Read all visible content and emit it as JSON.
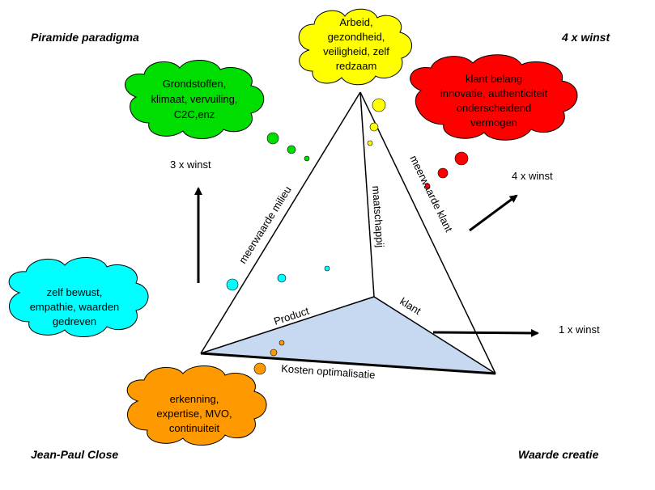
{
  "corners": {
    "top_left": "Piramide paradigma",
    "top_right": "4 x winst",
    "bottom_left": "Jean-Paul Close",
    "bottom_right": "Waarde creatie"
  },
  "clouds": {
    "yellow": {
      "color": "#ffff00",
      "lines": [
        "Arbeid,",
        "gezondheid,",
        "veiligheid, zelf",
        "redzaam"
      ]
    },
    "green": {
      "color": "#00dd00",
      "lines": [
        "Grondstoffen,",
        "klimaat, vervuiling,",
        "C2C,enz"
      ]
    },
    "red": {
      "color": "#ff0000",
      "lines": [
        "klant belang",
        "innovatie, authenticiteit",
        "onderscheidend",
        "vermogen"
      ]
    },
    "cyan": {
      "color": "#00ffff",
      "lines": [
        "zelf bewust,",
        "empathie, waarden",
        "gedreven"
      ]
    },
    "orange": {
      "color": "#ff9900",
      "lines": [
        "erkenning,",
        "expertise, MVO,",
        "continuiteit"
      ]
    }
  },
  "pyramid": {
    "base_fill": "#c6d9f0",
    "edges": {
      "left": "meerwaarde milieu",
      "middle": "maatschappij",
      "right": "meerwaarde klant",
      "base_left": "Product",
      "base_right": "klant",
      "base_front": "Kosten optimalisatie"
    }
  },
  "wins": {
    "up": "3 x winst",
    "diag": "4 x winst",
    "right": "1 x winst"
  }
}
